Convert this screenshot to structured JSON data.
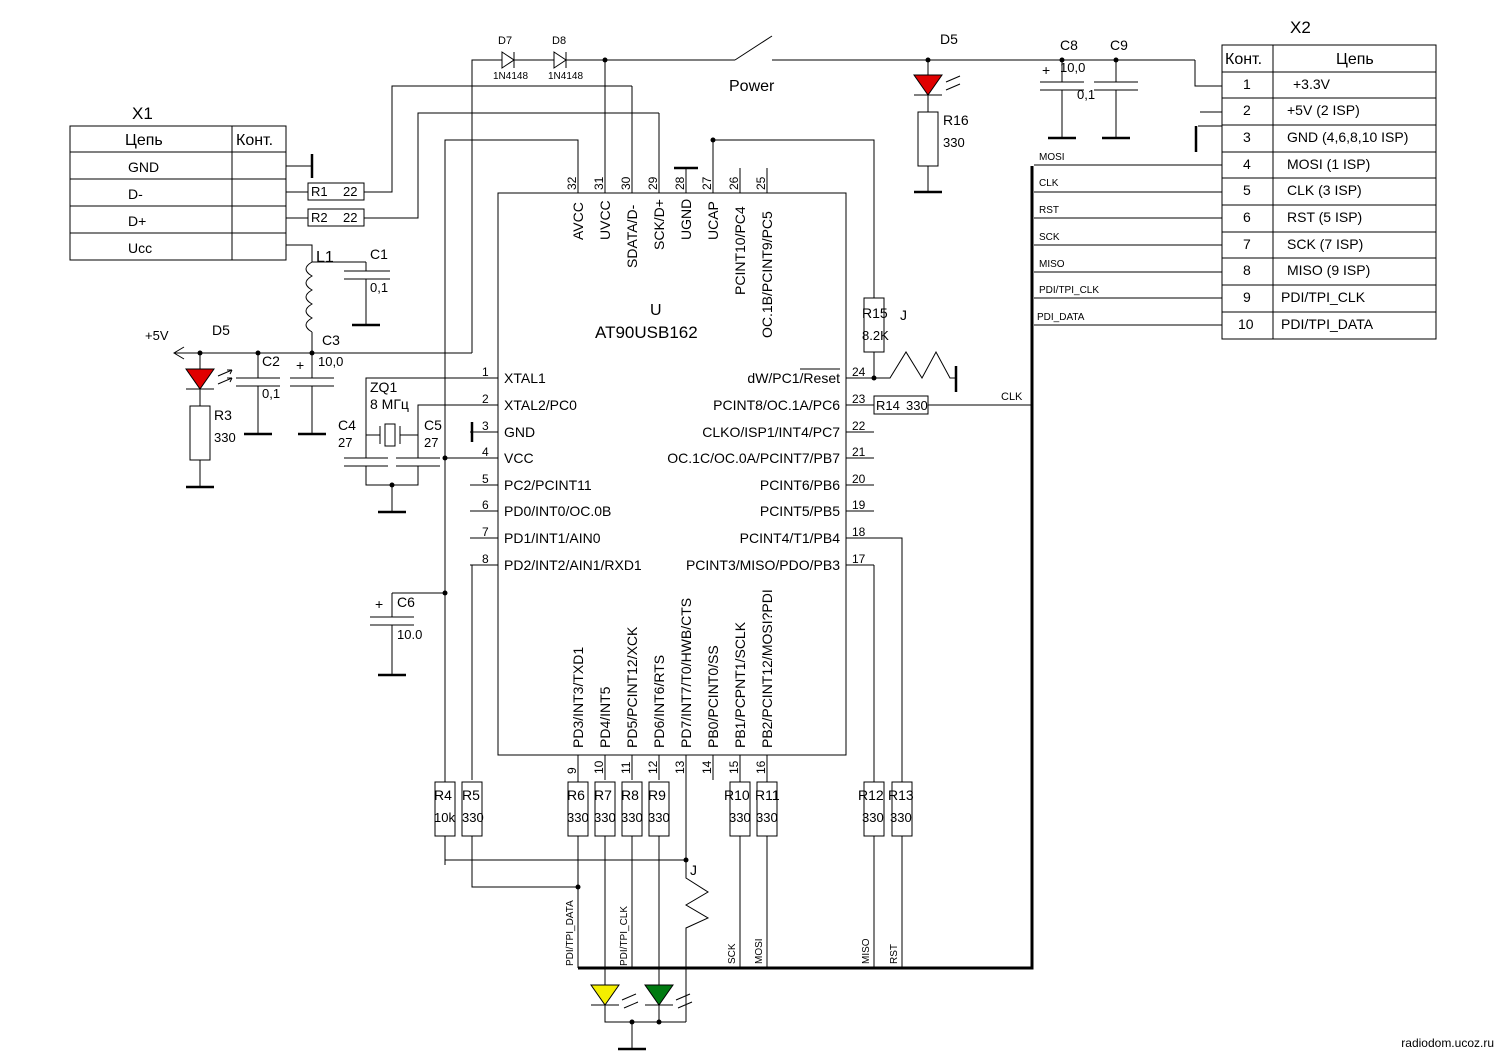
{
  "chip": {
    "ref": "U",
    "part": "AT90USB162",
    "left_pins": [
      {
        "num": "1",
        "name": "XTAL1"
      },
      {
        "num": "2",
        "name": "XTAL2/PC0"
      },
      {
        "num": "3",
        "name": "GND"
      },
      {
        "num": "4",
        "name": "VCC"
      },
      {
        "num": "5",
        "name": "PC2/PCINT11"
      },
      {
        "num": "6",
        "name": "PD0/INT0/OC.0B"
      },
      {
        "num": "7",
        "name": "PD1/INT1/AIN0"
      },
      {
        "num": "8",
        "name": "PD2/INT2/AIN1/RXD1"
      }
    ],
    "right_pins": [
      {
        "num": "24",
        "name": "dW/PC1/Reset"
      },
      {
        "num": "23",
        "name": "PCINT8/OC.1A/PC6"
      },
      {
        "num": "22",
        "name": "CLKO/ISP1/INT4/PC7"
      },
      {
        "num": "21",
        "name": "OC.1C/OC.0A/PCINT7/PB7"
      },
      {
        "num": "20",
        "name": "PCINT6/PB6"
      },
      {
        "num": "19",
        "name": "PCINT5/PB5"
      },
      {
        "num": "18",
        "name": "PCINT4/T1/PB4"
      },
      {
        "num": "17",
        "name": "PCINT3/MISO/PDO/PB3"
      }
    ],
    "top_pins": [
      {
        "num": "32",
        "name": "AVCC"
      },
      {
        "num": "31",
        "name": "UVCC"
      },
      {
        "num": "30",
        "name": "SDATA/D-"
      },
      {
        "num": "29",
        "name": "SCK/D+"
      },
      {
        "num": "28",
        "name": "UGND"
      },
      {
        "num": "27",
        "name": "UCAP"
      },
      {
        "num": "26",
        "name": "PCINT10/PC4"
      },
      {
        "num": "25",
        "name": "OC.1B/PCINT9/PC5"
      }
    ],
    "bottom_pins": [
      {
        "num": "9",
        "name": "PD3/INT3/TXD1"
      },
      {
        "num": "10",
        "name": "PD4/INT5"
      },
      {
        "num": "11",
        "name": "PD5/PCINT12/XCK"
      },
      {
        "num": "12",
        "name": "PD6/INT6/RTS"
      },
      {
        "num": "13",
        "name": "PD7/INT7/T0/HWB/CTS"
      },
      {
        "num": "14",
        "name": "PB0/PCINT0/SS"
      },
      {
        "num": "15",
        "name": "PB1/PCPNT1/SCLK"
      },
      {
        "num": "16",
        "name": "PB2/PCINT12/MOSI?PDI"
      }
    ]
  },
  "x1": {
    "title": "X1",
    "headers": [
      "Цепь",
      "Конт."
    ],
    "rows": [
      "GND",
      "D-",
      "D+",
      "Ucc"
    ]
  },
  "x2": {
    "title": "X2",
    "headers": [
      "Конт.",
      "Цепь"
    ],
    "rows": [
      {
        "num": "1",
        "name": "+3.3V"
      },
      {
        "num": "2",
        "name": "+5V (2 ISP)"
      },
      {
        "num": "3",
        "name": "GND (4,6,8,10 ISP)"
      },
      {
        "num": "4",
        "name": "MOSI (1 ISP)"
      },
      {
        "num": "5",
        "name": "CLK    (3 ISP)"
      },
      {
        "num": "6",
        "name": "RST    (5 ISP)"
      },
      {
        "num": "7",
        "name": "SCK    (7 ISP)"
      },
      {
        "num": "8",
        "name": "MISO (9 ISP)"
      },
      {
        "num": "9",
        "name": "PDI/TPI_CLK"
      },
      {
        "num": "10",
        "name": "PDI/TPI_DATA"
      }
    ],
    "bus_labels": [
      "MOSI",
      "CLK",
      "RST",
      "SCK",
      "MISO",
      "PDI/TPI_CLK",
      "PDI_DATA"
    ]
  },
  "parts": {
    "d7": {
      "ref": "D7",
      "type": "1N4148"
    },
    "d8": {
      "ref": "D8",
      "type": "1N4148"
    },
    "switch": "Power",
    "d5_top": "D5",
    "r16": {
      "ref": "R16",
      "val": "330"
    },
    "c8": {
      "ref": "C8",
      "val": "10,0"
    },
    "c9": {
      "ref": "C9",
      "val": "0,1"
    },
    "r1": {
      "ref": "R1",
      "val": "22"
    },
    "r2": {
      "ref": "R2",
      "val": "22"
    },
    "l1": "L1",
    "c1": {
      "ref": "C1",
      "val": "0,1"
    },
    "c3": {
      "ref": "C3",
      "val": "10,0"
    },
    "c2": {
      "ref": "C2",
      "val": "0,1"
    },
    "plus5v": "+5V",
    "d5_left": "D5",
    "r3": {
      "ref": "R3",
      "val": "330"
    },
    "zq1": {
      "ref": "ZQ1",
      "val": "8 МГц"
    },
    "c4": {
      "ref": "C4",
      "val": "27"
    },
    "c5": {
      "ref": "C5",
      "val": "27"
    },
    "c6": {
      "ref": "C6",
      "val": "10.0"
    },
    "r15": {
      "ref": "R15",
      "val": "8.2K"
    },
    "j_top": "J",
    "r14": {
      "ref": "R14",
      "val": "330"
    },
    "clk_net": "CLK",
    "r4": {
      "ref": "R4",
      "val": "10k"
    },
    "r5": {
      "ref": "R5",
      "val": "330"
    },
    "r6": {
      "ref": "R6",
      "val": "330"
    },
    "r7": {
      "ref": "R7",
      "val": "330"
    },
    "r8": {
      "ref": "R8",
      "val": "330"
    },
    "r9": {
      "ref": "R9",
      "val": "330"
    },
    "r10": {
      "ref": "R10",
      "val": "330"
    },
    "r11": {
      "ref": "R11",
      "val": "330"
    },
    "r12": {
      "ref": "R12",
      "val": "330"
    },
    "r13": {
      "ref": "R13",
      "val": "330"
    },
    "j_bottom": "J",
    "plus_sign": "+"
  },
  "bottom_nets": [
    "PDI/TPI_DATA",
    "PDI/TPI_CLK",
    "SCK",
    "MOSI",
    "MISO",
    "RST"
  ],
  "watermark": "radiodom.ucoz.ru",
  "colors": {
    "led_red": "#e00000",
    "led_yellow": "#f4ee00",
    "led_green": "#007a10",
    "wire": "#000000"
  }
}
